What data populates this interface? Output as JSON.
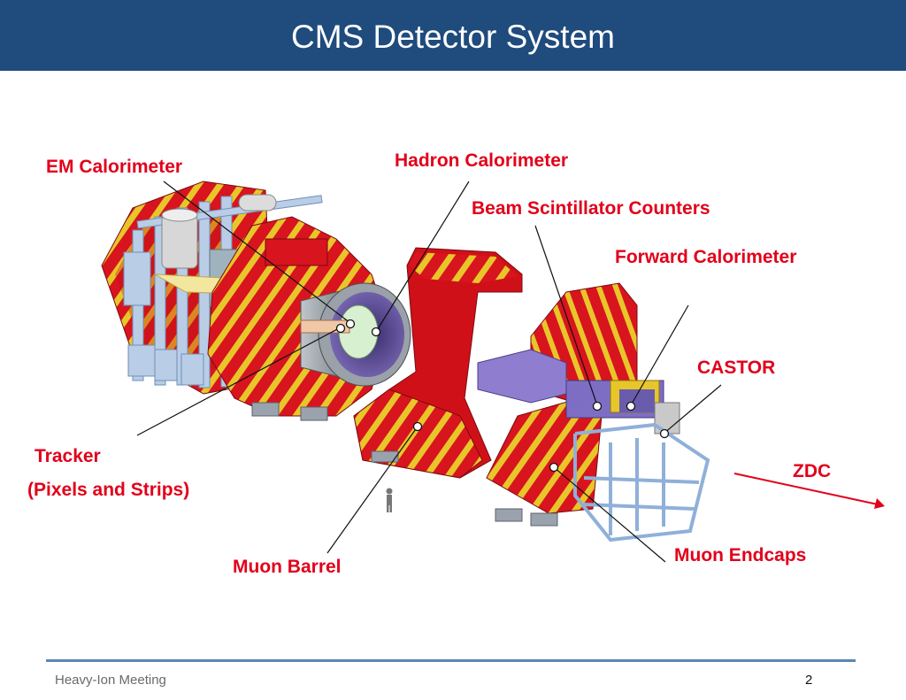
{
  "slide": {
    "title": "CMS Detector System",
    "footer": "Heavy-Ion Meeting",
    "page_number": "2"
  },
  "labels": {
    "em_calorimeter": "EM Calorimeter",
    "hadron_calorimeter": "Hadron Calorimeter",
    "beam_scintillator_counters": "Beam Scintillator Counters",
    "forward_calorimeter": "Forward Calorimeter",
    "castor": "CASTOR",
    "tracker": "Tracker",
    "tracker_sub": "(Pixels and Strips)",
    "zdc": "ZDC",
    "muon_barrel": "Muon Barrel",
    "muon_endcaps": "Muon Endcaps"
  },
  "colors": {
    "header": "#1f4b7d",
    "label": "#e2001a",
    "detector_red": "#d8141e",
    "detector_yellow": "#e8c62a",
    "support_blue": "#a8c4e6"
  }
}
